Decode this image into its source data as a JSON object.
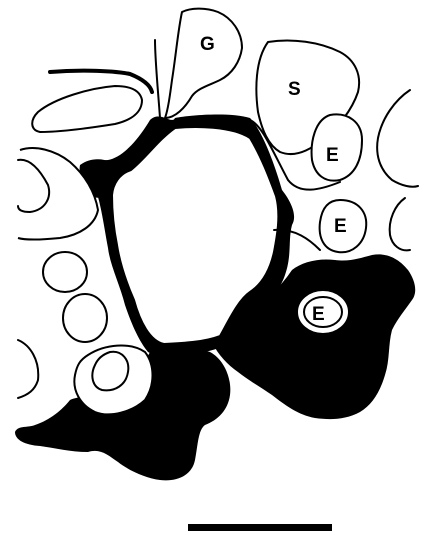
{
  "labels": {
    "glandular_cell": "G",
    "squamous_cell": "S",
    "epidermal_cell_1": "E",
    "epidermal_cell_2": "E",
    "epidermal_cell_3": "E"
  },
  "colors": {
    "ink": "#000000",
    "paper": "#ffffff"
  }
}
